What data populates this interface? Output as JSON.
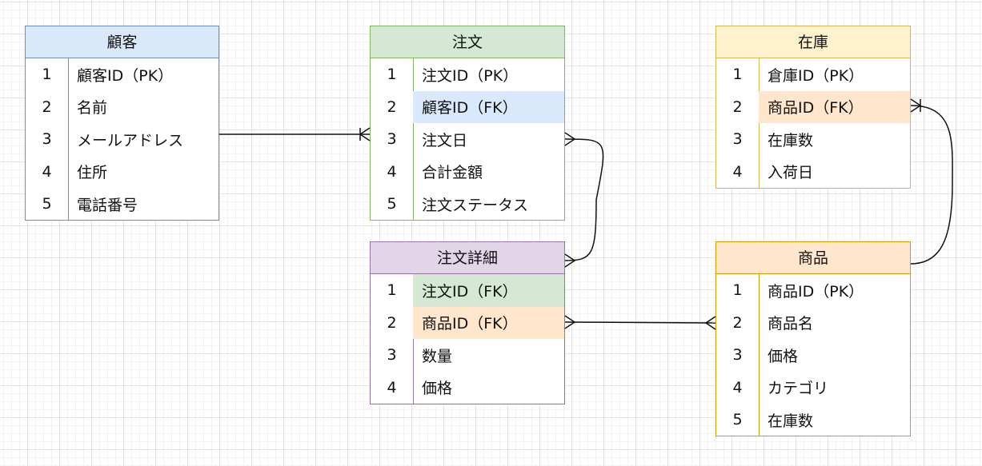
{
  "entities": [
    {
      "id": "customer",
      "title": "顧客",
      "rows": [
        {
          "num": "1",
          "name": "顧客ID（PK）",
          "highlight": ""
        },
        {
          "num": "2",
          "name": "名前",
          "highlight": ""
        },
        {
          "num": "3",
          "name": "メールアドレス",
          "highlight": ""
        },
        {
          "num": "4",
          "name": "住所",
          "highlight": ""
        },
        {
          "num": "5",
          "name": "電話番号",
          "highlight": ""
        }
      ]
    },
    {
      "id": "order",
      "title": "注文",
      "rows": [
        {
          "num": "1",
          "name": "注文ID（PK）",
          "highlight": ""
        },
        {
          "num": "2",
          "name": "顧客ID（FK）",
          "highlight": "blue"
        },
        {
          "num": "3",
          "name": "注文日",
          "highlight": ""
        },
        {
          "num": "4",
          "name": "合計金額",
          "highlight": ""
        },
        {
          "num": "5",
          "name": "注文ステータス",
          "highlight": ""
        }
      ]
    },
    {
      "id": "stock",
      "title": "在庫",
      "rows": [
        {
          "num": "1",
          "name": "倉庫ID（PK）",
          "highlight": ""
        },
        {
          "num": "2",
          "name": "商品ID（FK）",
          "highlight": "orange"
        },
        {
          "num": "3",
          "name": "在庫数",
          "highlight": ""
        },
        {
          "num": "4",
          "name": "入荷日",
          "highlight": ""
        }
      ]
    },
    {
      "id": "orderdetail",
      "title": "注文詳細",
      "rows": [
        {
          "num": "1",
          "name": "注文ID（FK）",
          "highlight": "green"
        },
        {
          "num": "2",
          "name": "商品ID（FK）",
          "highlight": "orange"
        },
        {
          "num": "3",
          "name": "数量",
          "highlight": ""
        },
        {
          "num": "4",
          "name": "価格",
          "highlight": ""
        }
      ]
    },
    {
      "id": "product",
      "title": "商品",
      "rows": [
        {
          "num": "1",
          "name": "商品ID（PK）",
          "highlight": ""
        },
        {
          "num": "2",
          "name": "商品名",
          "highlight": ""
        },
        {
          "num": "3",
          "name": "価格",
          "highlight": ""
        },
        {
          "num": "4",
          "name": "カテゴリ",
          "highlight": ""
        },
        {
          "num": "5",
          "name": "在庫数",
          "highlight": ""
        }
      ]
    }
  ],
  "relationships": [
    {
      "from": "顧客",
      "to": "注文",
      "from_end": "one",
      "to_end": "one-to-many"
    },
    {
      "from": "注文",
      "to": "注文詳細",
      "from_end": "many",
      "to_end": "many"
    },
    {
      "from": "注文詳細",
      "to": "商品",
      "from_end": "many",
      "to_end": "many"
    },
    {
      "from": "在庫",
      "to": "商品",
      "from_end": "one-to-many",
      "to_end": "line"
    }
  ],
  "colors": {
    "customer": "#6c8ebf",
    "order": "#82b366",
    "stock": "#d6b656",
    "orderdetail": "#9673a6",
    "product": "#d79b00"
  }
}
